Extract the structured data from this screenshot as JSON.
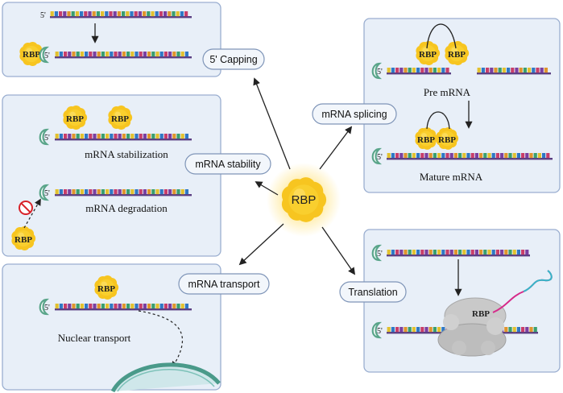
{
  "center": {
    "label": "RBP"
  },
  "labels": {
    "capping": "5' Capping",
    "splicing": "mRNA splicing",
    "stability": "mRNA stability",
    "transport": "mRNA transport",
    "translation": "Translation",
    "stabilization": "mRNA stabilization",
    "degradation": "mRNA degradation",
    "pre_mrna": "Pre mRNA",
    "mature_mrna": "Mature mRNA",
    "nuclear_transport": "Nuclear transport",
    "rbp": "RBP",
    "five_prime": "5'"
  },
  "colors": {
    "panel_fill": "#e8eff8",
    "panel_border": "#9aaed0",
    "rbp_yellow": "#f7c520",
    "cap_green": "#5aa58a",
    "ribosome_gray": "#c6c6c6"
  }
}
